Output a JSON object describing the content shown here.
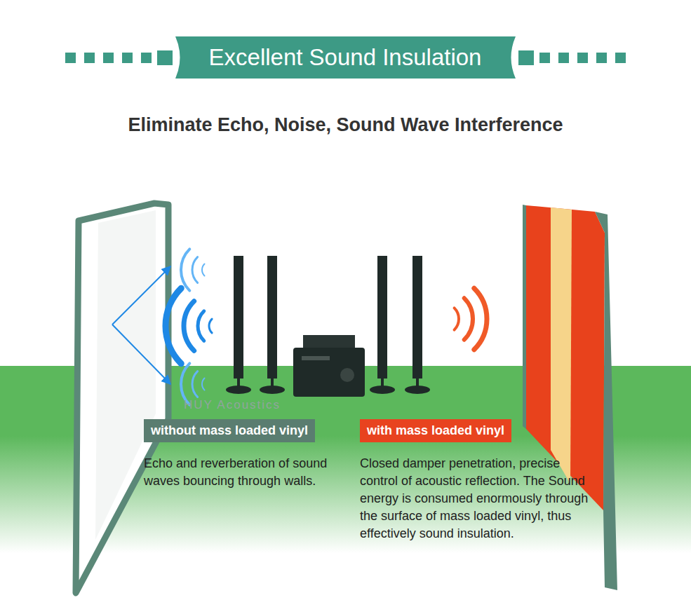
{
  "diagram": {
    "title": "Excellent Sound Insulation",
    "nodes": [
      {
        "text": [
          "without mass loaded vinyl",
          "Echo and reverberation of sound waves bouncing through walls."
        ]
      },
      {
        "text": [
          "with mass loaded vinyl",
          "Closed damper penetration, precise control of acoustic reflection. The Sound energy is consumed enormously through the surface of mass loaded vinyl, thus effectively sound insulation."
        ]
      }
    ],
    "edges": [],
    "labels": [
      "Eliminate Echo, Noise, Sound Wave Interference",
      "HUY Acoustics"
    ]
  }
}
